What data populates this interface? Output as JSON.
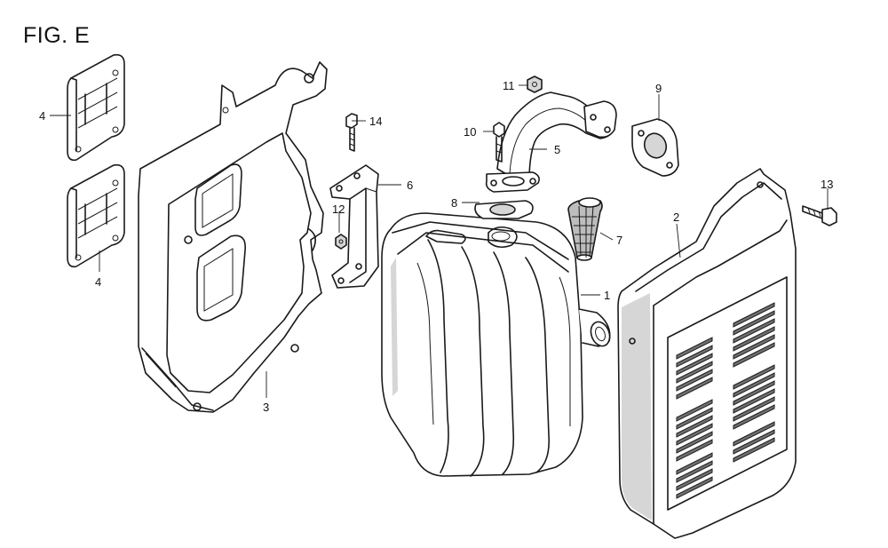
{
  "figure": {
    "title": "FIG. E"
  },
  "callouts": [
    {
      "id": "c1",
      "label": "1"
    },
    {
      "id": "c2",
      "label": "2"
    },
    {
      "id": "c3",
      "label": "3"
    },
    {
      "id": "c4a",
      "label": "4"
    },
    {
      "id": "c4b",
      "label": "4"
    },
    {
      "id": "c5",
      "label": "5"
    },
    {
      "id": "c6",
      "label": "6"
    },
    {
      "id": "c7",
      "label": "7"
    },
    {
      "id": "c8",
      "label": "8"
    },
    {
      "id": "c9",
      "label": "9"
    },
    {
      "id": "c10",
      "label": "10"
    },
    {
      "id": "c11",
      "label": "11"
    },
    {
      "id": "c12",
      "label": "12"
    },
    {
      "id": "c13",
      "label": "13"
    },
    {
      "id": "c14",
      "label": "14"
    }
  ]
}
